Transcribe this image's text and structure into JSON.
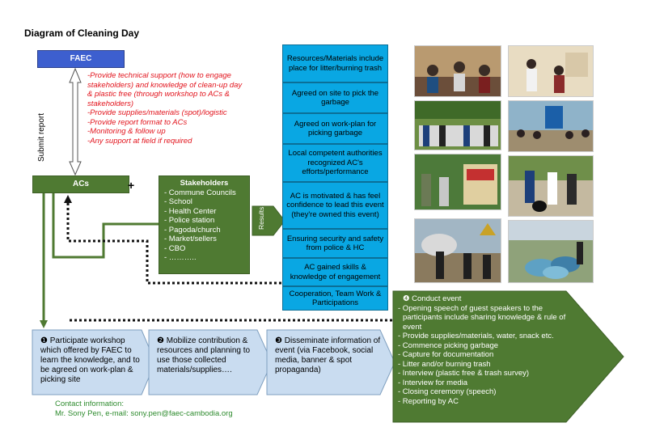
{
  "title": "Diagram of Cleaning Day",
  "faec_label": "FAEC",
  "acs_label": "ACs",
  "submit_report": "Submit report",
  "plus": "+",
  "results_label": "Results",
  "faec_support": [
    "-Provide technical support (how to engage",
    "stakeholders) and knowledge of clean-up day",
    "& plastic free (through workshop to ACs &",
    "stakeholders)",
    "-Provide supplies/materials (spot)/logistic",
    "-Provide report format to ACs",
    "-Monitoring & follow up",
    "-Any support at field if required"
  ],
  "stakeholders": {
    "title": "Stakeholders",
    "items": [
      "- Commune Councils",
      "- School",
      "- Health Center",
      "- Police station",
      "- Pagoda/church",
      "- Market/sellers",
      "- CBO",
      "- ……….."
    ]
  },
  "results": [
    "Resources/Materials include place for litter/burning trash",
    "Agreed on site to pick the garbage",
    "Agreed on work-plan for picking garbage",
    "Local competent authorities recognized AC's efforts/performance",
    "AC is motivated & has feel confidence to lead this event (they're owned this event)",
    "Ensuring security and safety from police & HC",
    "AC gained skills & knowledge of engagement",
    "Cooperation, Team Work & Participations"
  ],
  "steps": [
    "❶ Participate workshop which offered by FAEC to learn the knowledge, and to be agreed on work-plan & picking site",
    "❷ Mobilize contribution & resources and planning to use those collected materials/supplies….",
    "❸ Disseminate information of event (via Facebook, social media, banner & spot propaganda)"
  ],
  "conduct": {
    "title": "❹ Conduct event",
    "items": [
      "- Opening speech of guest speakers to the",
      "  participants include sharing knowledge & rule of",
      "  event",
      "- Provide supplies/materials, water, snack etc.",
      "- Commence picking garbage",
      "- Capture for documentation",
      "- Litter and/or burning trash",
      "- Interview (plastic free & trash survey)",
      "- Interview for media",
      "- Closing ceremony (speech)",
      "- Reporting by AC"
    ]
  },
  "contact": {
    "line1": "Contact information:",
    "line2": "Mr. Sony Pen, e-mail: sony.pen@faec-cambodia.org"
  },
  "colors": {
    "green": "#4f7a32",
    "blue_result": "#09a7e3",
    "faec_blue": "#3d5fcf",
    "step_blue": "#c9dcf0",
    "red_text": "#e2141d"
  }
}
